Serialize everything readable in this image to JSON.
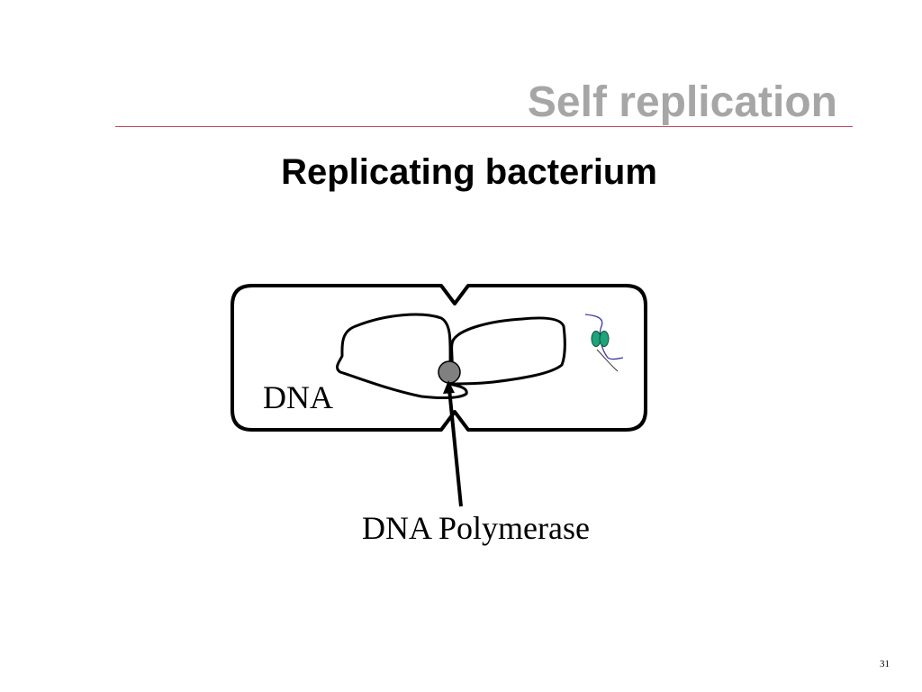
{
  "slide": {
    "title": "Self replication",
    "subtitle": "Replicating bacterium",
    "page_number": "31"
  },
  "diagram": {
    "labels": {
      "dna": "DNA",
      "polymerase": "DNA Polymerase"
    },
    "colors": {
      "cell_outline": "#000000",
      "polymerase_fill": "#808080",
      "ribosome_fill": "#1fa37a",
      "mrna_strand": "#3a3aa8",
      "title_gray": "#a6a6a6",
      "rule_red": "#c8485a"
    }
  }
}
